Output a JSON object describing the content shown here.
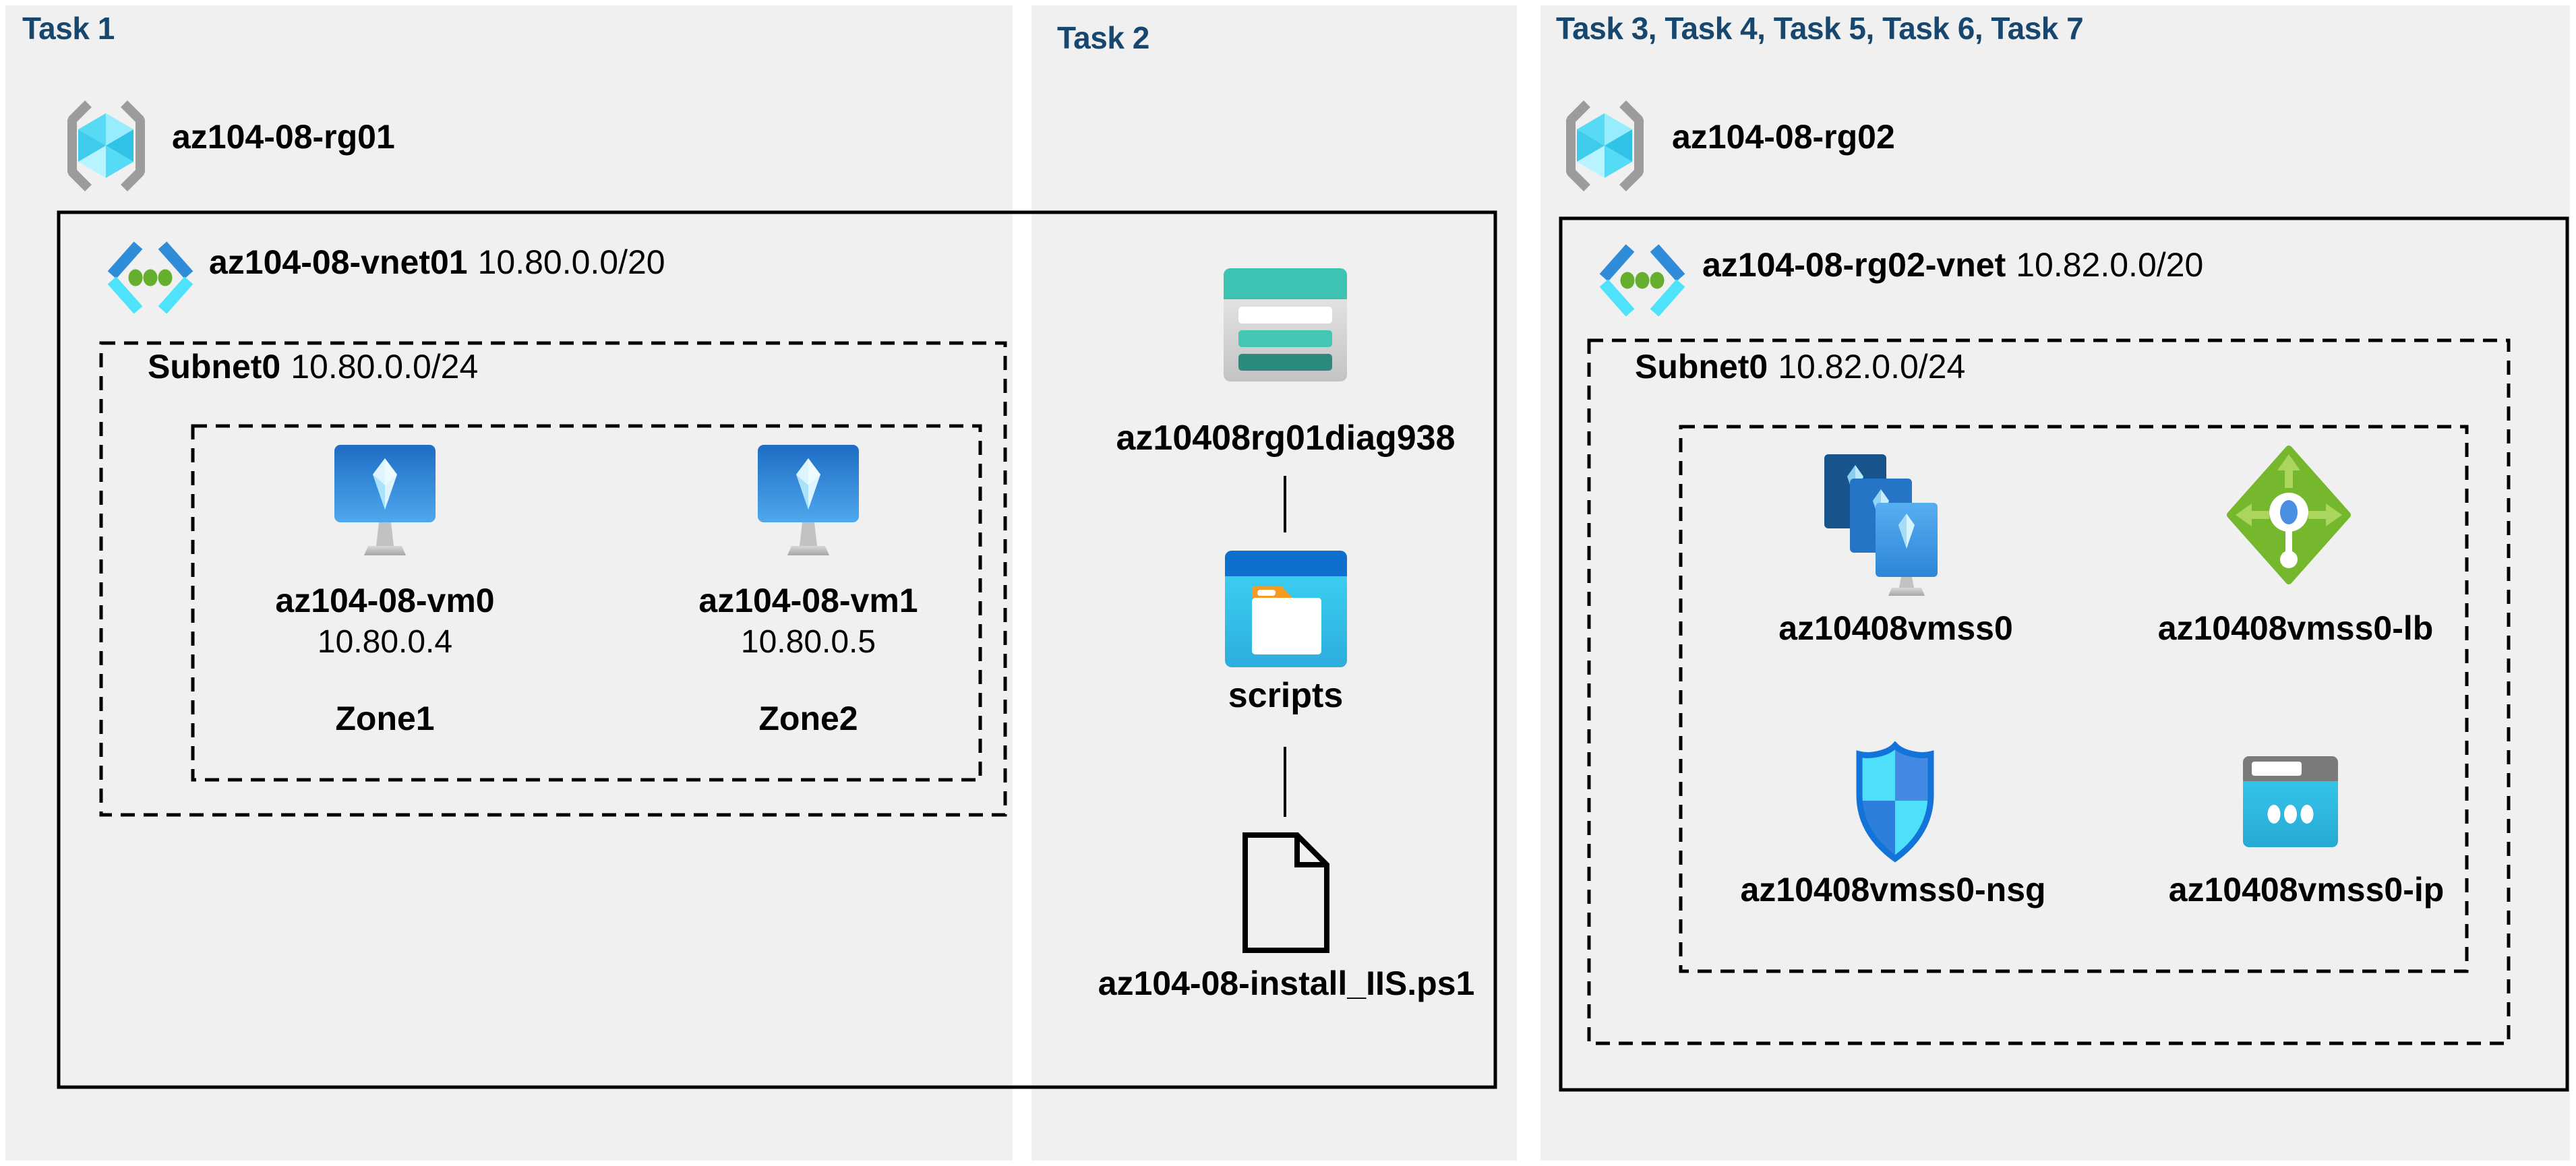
{
  "task1": {
    "heading": "Task 1",
    "resource_group": "az104-08-rg01",
    "vnet_name": "az104-08-vnet01",
    "vnet_cidr": "10.80.0.0/20",
    "subnet_name": "Subnet0",
    "subnet_cidr": "10.80.0.0/24",
    "vms": [
      {
        "name": "az104-08-vm0",
        "ip": "10.80.0.4",
        "zone": "Zone1"
      },
      {
        "name": "az104-08-vm1",
        "ip": "10.80.0.5",
        "zone": "Zone2"
      }
    ]
  },
  "task2": {
    "heading": "Task 2",
    "storage_account": "az10408rg01diag938",
    "container": "scripts",
    "script_file": "az104-08-install_IIS.ps1"
  },
  "task3": {
    "heading": "Task 3, Task 4, Task 5, Task 6, Task 7",
    "resource_group": "az104-08-rg02",
    "vnet_name": "az104-08-rg02-vnet",
    "vnet_cidr": "10.82.0.0/20",
    "subnet_name": "Subnet0",
    "subnet_cidr": "10.82.0.0/24",
    "vmss": "az10408vmss0",
    "load_balancer": "az10408vmss0-lb",
    "nsg": "az10408vmss0-nsg",
    "public_ip": "az10408vmss0-ip"
  },
  "icons": {
    "resource_group": "resource-group-icon",
    "virtual_network": "virtual-network-icon",
    "virtual_machine": "virtual-machine-icon",
    "storage_account": "storage-account-icon",
    "blob_container": "folder-container-icon",
    "script_file": "file-icon",
    "vm_scale_set": "vm-scale-set-icon",
    "load_balancer": "load-balancer-icon",
    "network_security_group": "shield-icon",
    "public_ip": "public-ip-icon"
  },
  "colors": {
    "page_bg": "#FFFFFF",
    "panel_bg": "#F0F0F0",
    "heading_text": "#17476E",
    "outline": "#000000",
    "vnet_blue": "#2F8CD9",
    "vnet_cyan": "#4FE3FB",
    "dot_green": "#66AF2E",
    "rg_bracket_gray": "#9C9C9C",
    "storage_teal": "#3DC3B1",
    "storage_teal_dark": "#2C8A7D",
    "folder_blue": "#0D6FCE",
    "folder_tab_orange": "#F59B24",
    "lb_green": "#75B82D",
    "lb_arrow_green": "#ABD65E",
    "shield_border_blue": "#1273D8",
    "shield_light_cyan": "#4EDFFB",
    "ip_bar_gray": "#7A7A7A",
    "vm_screen_blue": "#1E6CC4"
  }
}
